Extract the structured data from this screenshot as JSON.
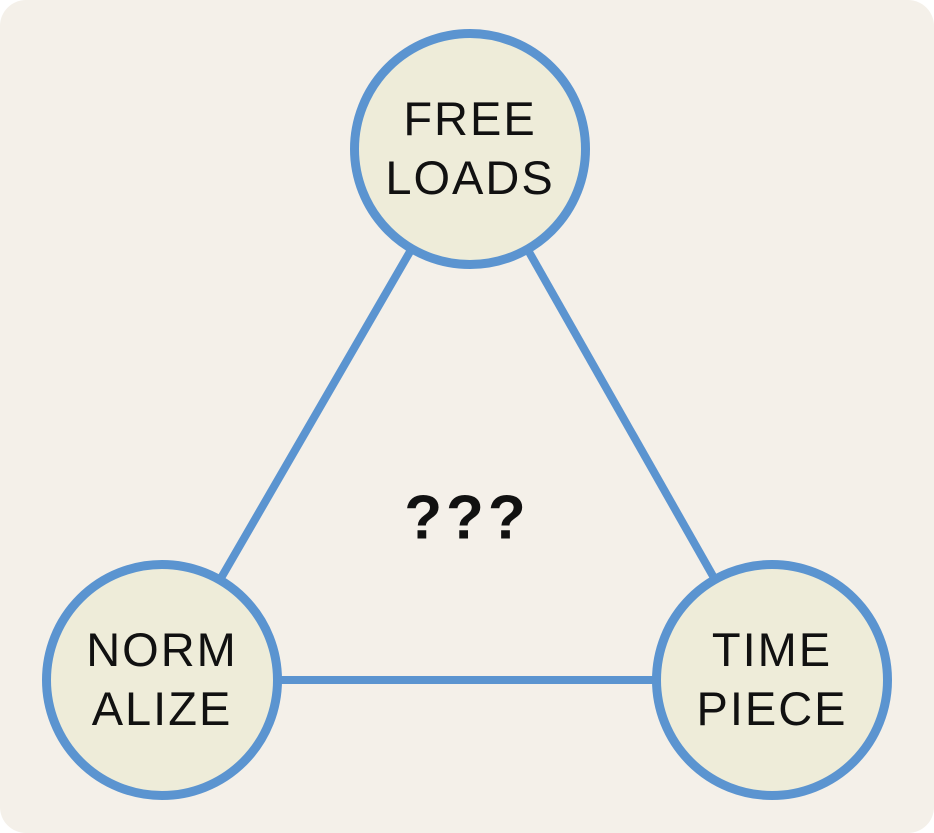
{
  "diagram": {
    "center_label": "???",
    "nodes": [
      {
        "id": "top",
        "lines": [
          "FREE",
          "LOADS"
        ]
      },
      {
        "id": "bottom-left",
        "lines": [
          "NORM",
          "ALIZE"
        ]
      },
      {
        "id": "bottom-right",
        "lines": [
          "TIME",
          "PIECE"
        ]
      }
    ],
    "edges": [
      {
        "from": "top",
        "to": "bottom-left"
      },
      {
        "from": "top",
        "to": "bottom-right"
      },
      {
        "from": "bottom-left",
        "to": "bottom-right"
      }
    ],
    "colors": {
      "canvas_background": "#f4f0e9",
      "node_fill": "#eeecd9",
      "node_border": "#5b94d0",
      "edge_line": "#5b94d0",
      "text": "#111111"
    }
  }
}
